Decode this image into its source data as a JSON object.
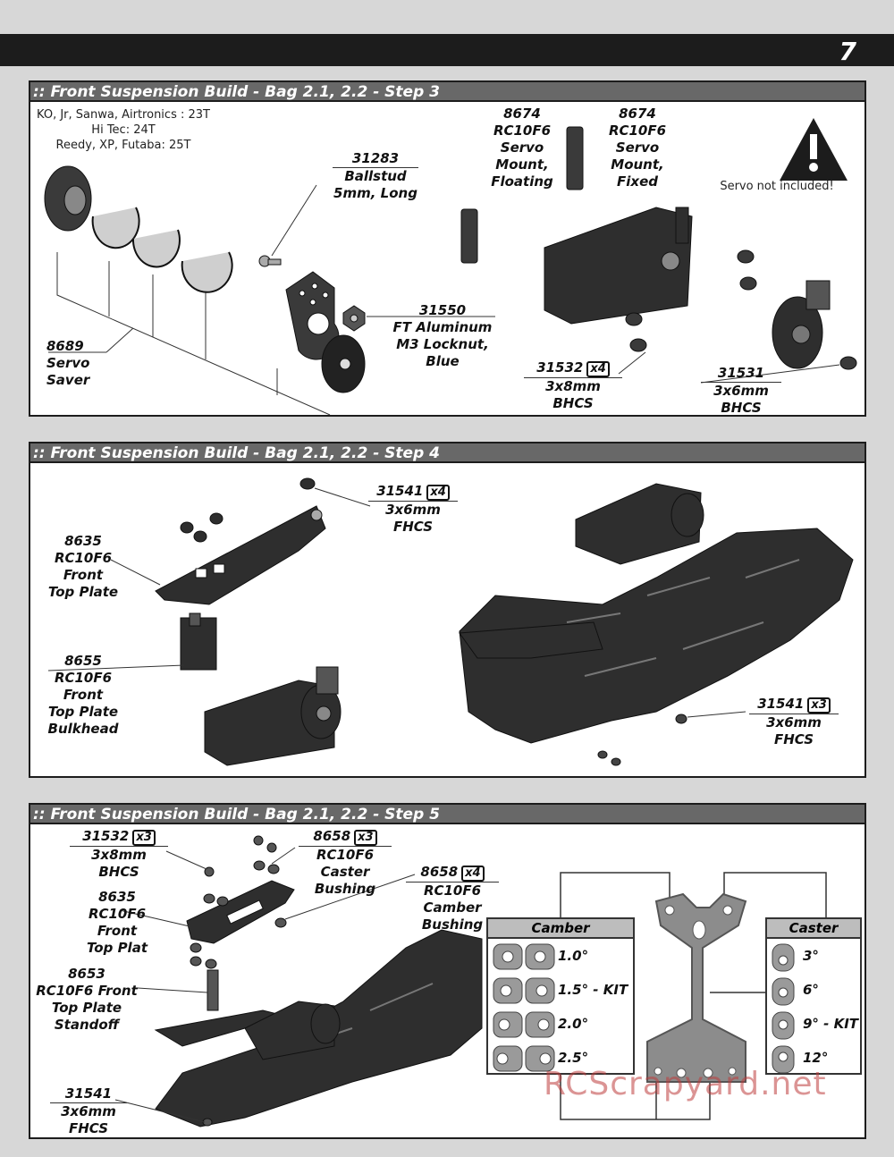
{
  "page_number": "7",
  "sections": [
    {
      "title": ":: Front Suspension Build - Bag 2.1, 2.2 - Step 3",
      "note_lines": [
        "KO, Jr, Sanwa, Airtronics : 23T",
        "Hi Tec: 24T",
        "Reedy, XP, Futaba: 25T"
      ],
      "warning_text": "Servo not included!",
      "parts": {
        "servo_saver": {
          "number": "8689",
          "name": [
            "Servo",
            "Saver"
          ]
        },
        "ballstud": {
          "number": "31283",
          "name": [
            "Ballstud",
            "5mm, Long"
          ]
        },
        "locknut": {
          "number": "31550",
          "name": [
            "FT Aluminum",
            "M3 Locknut,",
            "Blue"
          ]
        },
        "mount_floating": {
          "number": "8674",
          "name": [
            "RC10F6",
            "Servo",
            "Mount,",
            "Floating"
          ]
        },
        "mount_fixed": {
          "number": "8674",
          "name": [
            "RC10F6",
            "Servo",
            "Mount,",
            "Fixed"
          ]
        },
        "bhcs_3x8": {
          "number": "31532",
          "qty": "x4",
          "name": [
            "3x8mm",
            "BHCS"
          ]
        },
        "bhcs_3x6": {
          "number": "31531",
          "name": [
            "3x6mm",
            "BHCS"
          ]
        }
      }
    },
    {
      "title": ":: Front Suspension Build - Bag 2.1, 2.2 - Step 4",
      "parts": {
        "fhcs_top": {
          "number": "31541",
          "qty": "x4",
          "name": [
            "3x6mm",
            "FHCS"
          ]
        },
        "top_plate": {
          "number": "8635",
          "name": [
            "RC10F6",
            "Front",
            "Top Plate"
          ]
        },
        "bulkhead": {
          "number": "8655",
          "name": [
            "RC10F6",
            "Front",
            "Top Plate",
            "Bulkhead"
          ]
        },
        "fhcs_bottom": {
          "number": "31541",
          "qty": "x3",
          "name": [
            "3x6mm",
            "FHCS"
          ]
        }
      }
    },
    {
      "title": ":: Front Suspension Build - Bag 2.1, 2.2 - Step 5",
      "parts": {
        "bhcs": {
          "number": "31532",
          "qty": "x3",
          "name": [
            "3x8mm",
            "BHCS"
          ]
        },
        "caster_bushing": {
          "number": "8658",
          "qty": "x3",
          "name": [
            "RC10F6",
            "Caster",
            "Bushing"
          ]
        },
        "camber_bushing": {
          "number": "8658",
          "qty": "x4",
          "name": [
            "RC10F6",
            "Camber",
            "Bushing"
          ]
        },
        "top_plat": {
          "number": "8635",
          "name": [
            "RC10F6",
            "Front",
            "Top Plat"
          ]
        },
        "standoff": {
          "number": "8653",
          "name": [
            "RC10F6 Front",
            "Top Plate",
            "Standoff"
          ]
        },
        "fhcs": {
          "number": "31541",
          "name": [
            "3x6mm",
            "FHCS"
          ]
        }
      },
      "camber_table": {
        "title": "Camber",
        "rows": [
          "1.0°",
          "1.5° - KIT",
          "2.0°",
          "2.5°"
        ]
      },
      "caster_table": {
        "title": "Caster",
        "rows": [
          "3°",
          "6°",
          "9° - KIT",
          "12°"
        ]
      }
    }
  ],
  "watermark": "RCScrapyard.net",
  "colors": {
    "header_bar": "#1c1c1c",
    "section_bar": "#686868",
    "page_bg": "#d7d7d7",
    "part_dark": "#2e2e2e"
  }
}
